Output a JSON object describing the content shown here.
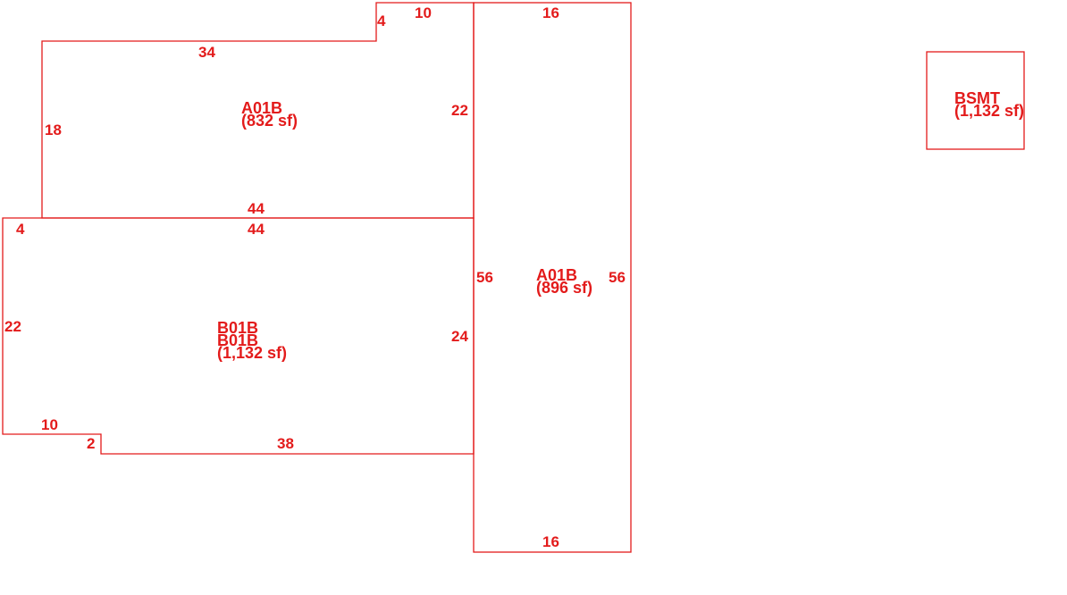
{
  "colors": {
    "line": "#e31b1b",
    "background": "#ffffff"
  },
  "areas": {
    "a01b_upper": {
      "code": "A01B",
      "area": "(832 sf)"
    },
    "a01b_right": {
      "code": "A01B",
      "area": "(896 sf)"
    },
    "b01b": {
      "code_1": "B01B",
      "code_2": "B01B",
      "area": "(1,132 sf)"
    },
    "bsmt": {
      "code": "BSMT",
      "area": "(1,132 sf)"
    }
  },
  "dimensions": {
    "upper_step_vertical": "4",
    "upper_step_top": "10",
    "upper_top": "34",
    "upper_left": "18",
    "upper_right": "22",
    "upper_bottom": "44",
    "lower_top": "44",
    "lower_left_top": "4",
    "lower_left": "22",
    "lower_right": "24",
    "lower_bottom_left": "10",
    "lower_step": "2",
    "lower_bottom": "38",
    "right_top": "16",
    "right_left": "56",
    "right_right": "56",
    "right_bottom": "16"
  }
}
